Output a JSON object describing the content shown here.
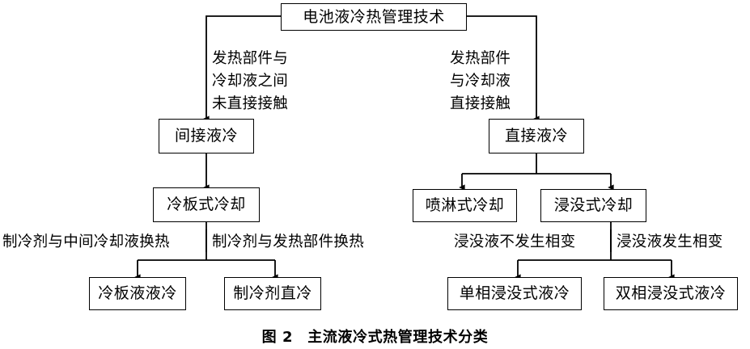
{
  "figure": {
    "caption_label": "图 2",
    "caption_text": "主流液冷式热管理技术分类"
  },
  "diagram": {
    "type": "tree",
    "orientation": "top-down",
    "root": {
      "id": "root",
      "label": "电池液冷热管理技术"
    },
    "nodes": [
      {
        "id": "indirect",
        "label": "间接液冷",
        "level": 2,
        "branch": "left"
      },
      {
        "id": "direct",
        "label": "直接液冷",
        "level": 2,
        "branch": "right"
      },
      {
        "id": "cold-plate",
        "label": "冷板式冷却",
        "level": 3,
        "branch": "left"
      },
      {
        "id": "spray",
        "label": "喷淋式冷却",
        "level": 3,
        "branch": "right"
      },
      {
        "id": "immersion",
        "label": "浸没式冷却",
        "level": 3,
        "branch": "right"
      },
      {
        "id": "cold-plate-liquid",
        "label": "冷板液液冷",
        "level": 4,
        "branch": "left"
      },
      {
        "id": "refrigerant-direct",
        "label": "制冷剂直冷",
        "level": 4,
        "branch": "left"
      },
      {
        "id": "single-phase",
        "label": "单相浸没式液冷",
        "level": 4,
        "branch": "right"
      },
      {
        "id": "two-phase",
        "label": "双相浸没式液冷",
        "level": 4,
        "branch": "right"
      }
    ],
    "edge_labels": [
      {
        "id": "root-to-indirect",
        "lines": [
          "发热部件与",
          "冷却液之间",
          "未直接接触"
        ]
      },
      {
        "id": "root-to-direct",
        "lines": [
          "发热部件",
          "与冷却液",
          "直接接触"
        ]
      },
      {
        "id": "coldplate-to-coldplateliquid",
        "text": "制冷剂与中间冷却液换热"
      },
      {
        "id": "coldplate-to-refrigerantdirect",
        "text": "制冷剂与发热部件换热"
      },
      {
        "id": "immersion-to-singlephase",
        "text": "浸没液不发生相变"
      },
      {
        "id": "immersion-to-twophase",
        "text": "浸没液发生相变"
      }
    ]
  },
  "colors": {
    "line": "#000000",
    "text": "#000000",
    "background": "#ffffff"
  }
}
